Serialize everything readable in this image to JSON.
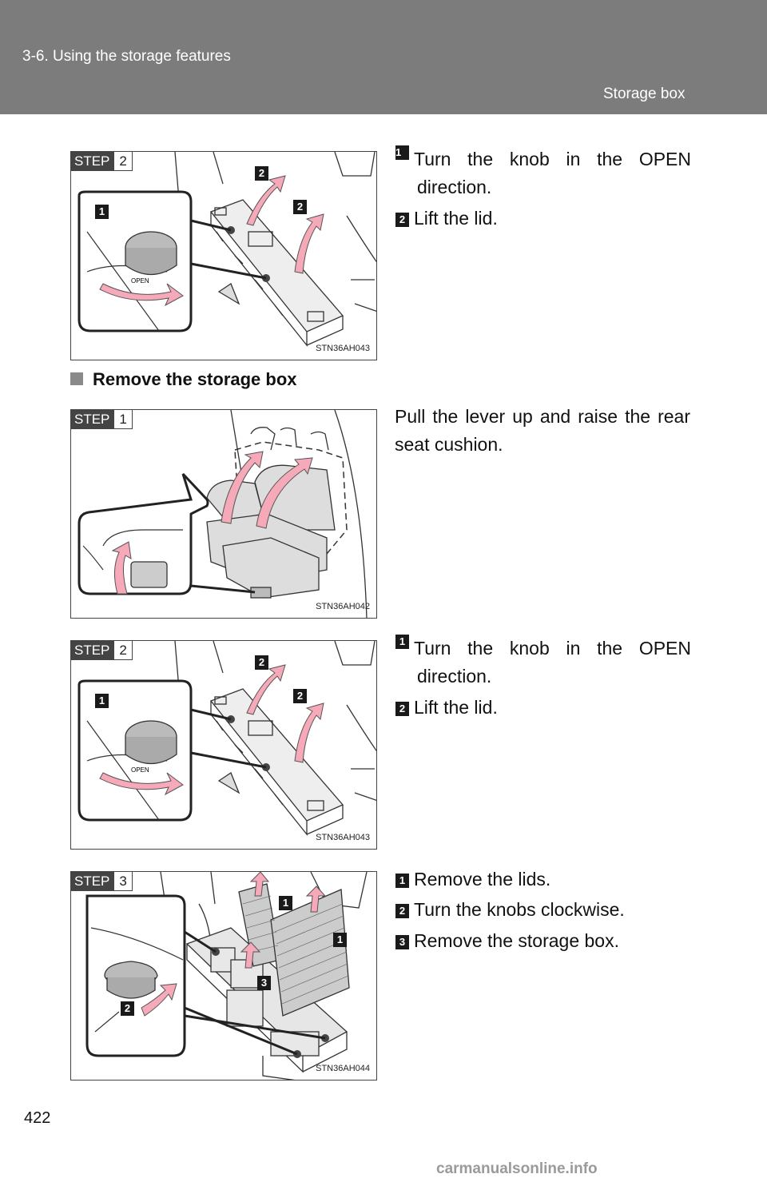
{
  "header": {
    "section": "3-6. Using the storage features",
    "topic": "Storage box"
  },
  "figures": [
    {
      "step_word": "STEP",
      "step_num": "2",
      "id": "STN36AH043"
    },
    {
      "step_word": "STEP",
      "step_num": "1",
      "id": "STN36AH042"
    },
    {
      "step_word": "STEP",
      "step_num": "2",
      "id": "STN36AH043"
    },
    {
      "step_word": "STEP",
      "step_num": "3",
      "id": "STN36AH044"
    }
  ],
  "fig_labels": {
    "open": "OPEN",
    "c1": "1",
    "c2": "2",
    "c3": "3"
  },
  "block1": [
    {
      "num": "1",
      "line1": "Turn the knob in the OPEN",
      "line2": "direction."
    },
    {
      "num": "2",
      "line1": "Lift the lid."
    }
  ],
  "subheading": "Remove the storage box",
  "paragraph": "Pull the lever up and raise the rear seat cushion.",
  "block3": [
    {
      "num": "1",
      "line1": "Turn the knob in the OPEN",
      "line2": "direction."
    },
    {
      "num": "2",
      "line1": "Lift the lid."
    }
  ],
  "block4": [
    {
      "num": "1",
      "line1": "Remove the lids."
    },
    {
      "num": "2",
      "line1": "Turn the knobs clockwise."
    },
    {
      "num": "3",
      "line1": "Remove the storage box."
    }
  ],
  "page_number": "422",
  "watermark": "carmanualsonline.info",
  "colors": {
    "header_bg": "#7c7c7c",
    "arrow": "#f6a9b8",
    "arrow_stroke": "#555555"
  }
}
